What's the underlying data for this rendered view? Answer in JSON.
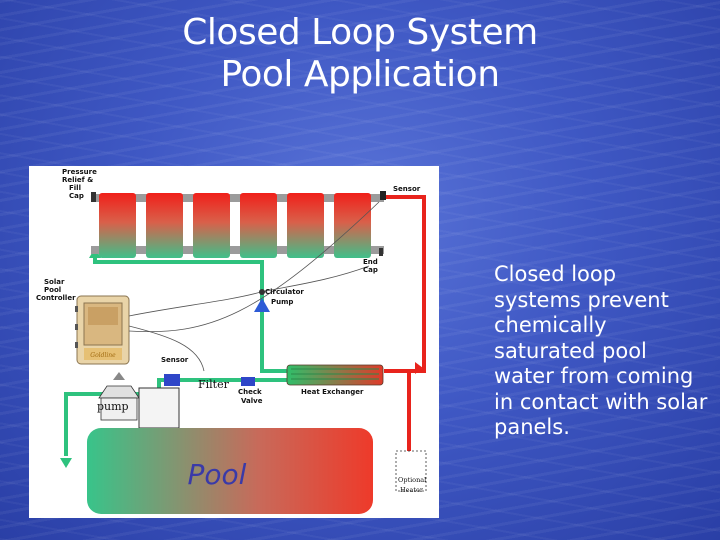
{
  "slide": {
    "title_line1": "Closed Loop System",
    "title_line2": "Pool Application",
    "body": "Closed loop systems prevent chemically saturated pool water from coming in contact with solar panels."
  },
  "diagram": {
    "labels": {
      "pressure_relief_1": "Pressure",
      "pressure_relief_2": "Relief &",
      "pressure_relief_3": "Fill",
      "pressure_relief_4": "Cap",
      "sensor_top": "Sensor",
      "end_cap_1": "End",
      "end_cap_2": "Cap",
      "controller_1": "Solar",
      "controller_2": "Pool",
      "controller_3": "Controller",
      "circulator_1": "Circulator",
      "circulator_2": "Pump",
      "sensor_mid": "Sensor",
      "filter": "Filter",
      "check_valve_1": "Check",
      "check_valve_2": "Valve",
      "heat_exchanger": "Heat Exchanger",
      "pump": "pump",
      "optional_heater_1": "Optional",
      "optional_heater_2": "Heater",
      "pool": "Pool",
      "controller_brand": "Goldline"
    },
    "colors": {
      "hot": "#e8231c",
      "cold": "#2ec27e",
      "pool_text": "#3a3aa8"
    }
  }
}
